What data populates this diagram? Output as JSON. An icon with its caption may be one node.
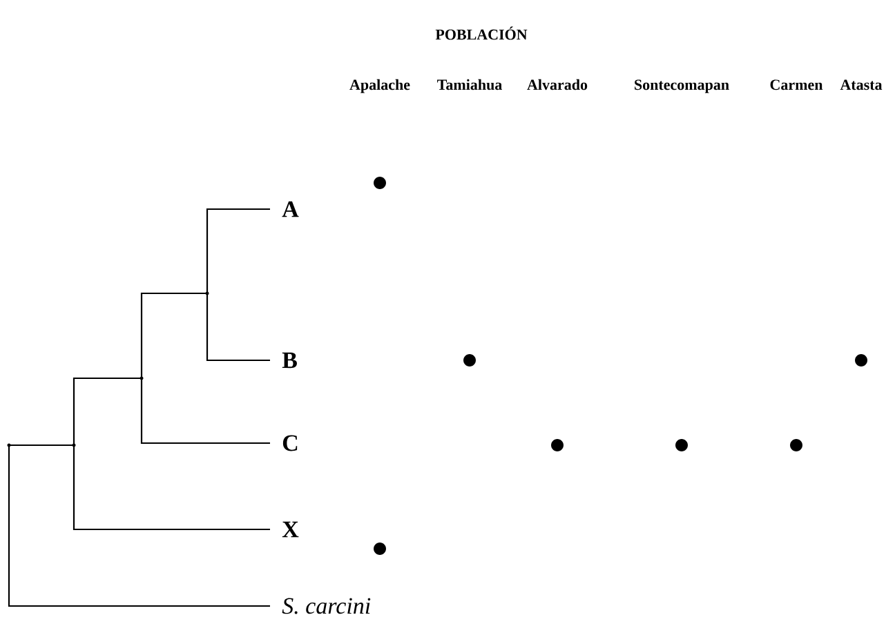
{
  "diagram": {
    "title": "POBLACIÓN",
    "nodes": [
      {
        "text": [
          "A"
        ]
      },
      {
        "text": [
          "B"
        ]
      },
      {
        "text": [
          "C"
        ]
      },
      {
        "text": [
          "X"
        ]
      },
      {
        "text": [
          "S. carcini"
        ]
      },
      {
        "text": [],
        "shape": "junction"
      },
      {
        "text": [],
        "shape": "junction"
      },
      {
        "text": [],
        "shape": "junction"
      },
      {
        "text": [],
        "shape": "junction"
      }
    ],
    "edges": [
      {
        "from": 5,
        "to": 0,
        "arrow": "none"
      },
      {
        "from": 5,
        "to": 1,
        "arrow": "none"
      },
      {
        "from": 6,
        "to": 5,
        "arrow": "none"
      },
      {
        "from": 6,
        "to": 2,
        "arrow": "none"
      },
      {
        "from": 7,
        "to": 6,
        "arrow": "none"
      },
      {
        "from": 7,
        "to": 3,
        "arrow": "none"
      },
      {
        "from": 8,
        "to": 7,
        "arrow": "none"
      },
      {
        "from": 8,
        "to": 4,
        "arrow": "none"
      }
    ],
    "labels": [
      "Apalache",
      "Tamiahua",
      "Alvarado",
      "Sontecomapan",
      "Carmen",
      "Atasta"
    ]
  }
}
